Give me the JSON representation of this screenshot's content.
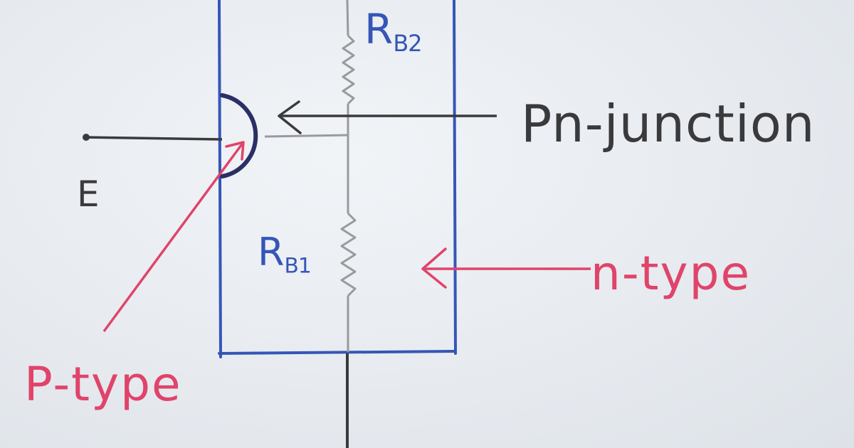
{
  "labels": {
    "rb2": {
      "main": "R",
      "sub": "B2"
    },
    "rb1": {
      "main": "R",
      "sub": "B1"
    },
    "emitter": "E",
    "pn_junction": "Pn-junction",
    "n_type": "n-type",
    "p_type": "P-type"
  },
  "colors": {
    "paper": "#e9edf2",
    "blue": "#3556b6",
    "black": "#3a3a3c",
    "pencil": "#9a9a9c",
    "red": "#e0446a",
    "navy": "#2a2f66"
  }
}
